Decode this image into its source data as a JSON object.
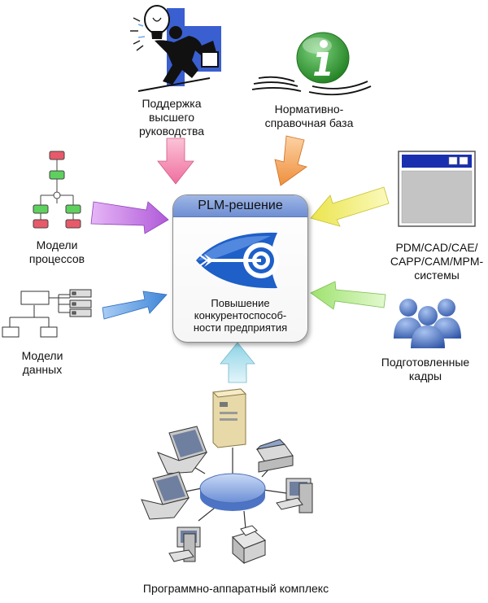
{
  "hub": {
    "title": "PLM-решение",
    "lines": [
      "Повышение",
      "конкурентоспособ-",
      "ности предприятия"
    ]
  },
  "nodes": {
    "management": {
      "lines": [
        "Поддержка",
        "высшего",
        "руководства"
      ],
      "arrow_color": "#f48fb3",
      "icon": "executive-lightbulb-icon"
    },
    "reference": {
      "lines": [
        "Нормативно-",
        "справочная база"
      ],
      "arrow_color": "#f5a85a",
      "icon": "info-icon"
    },
    "process": {
      "lines": [
        "Модели",
        "процессов"
      ],
      "arrow_color": "#c77ae6",
      "icon": "flowchart-icon"
    },
    "data": {
      "lines": [
        "Модели",
        "данных"
      ],
      "arrow_color": "#5b9be3",
      "icon": "data-model-icon"
    },
    "systems": {
      "lines": [
        "PDM/CAD/CAE/",
        "CAPP/CAM/MPM-",
        "системы"
      ],
      "arrow_color": "#f1ee6a",
      "icon": "application-window-icon"
    },
    "staff": {
      "lines": [
        "Подготовленные",
        "кадры"
      ],
      "arrow_color": "#b7ee8c",
      "icon": "people-icon"
    },
    "hardware": {
      "lines": [
        "Программно-аппаратный комплекс"
      ],
      "arrow_color": "#a8e0ee",
      "icon": "network-icon"
    }
  },
  "colors": {
    "hub_header": "#7f9fdc",
    "target_blue": "#1e5fc8",
    "info_green": "#2e9a2e",
    "window_titlebar": "#1a2fb0",
    "people_blue": "#4a74c9"
  }
}
